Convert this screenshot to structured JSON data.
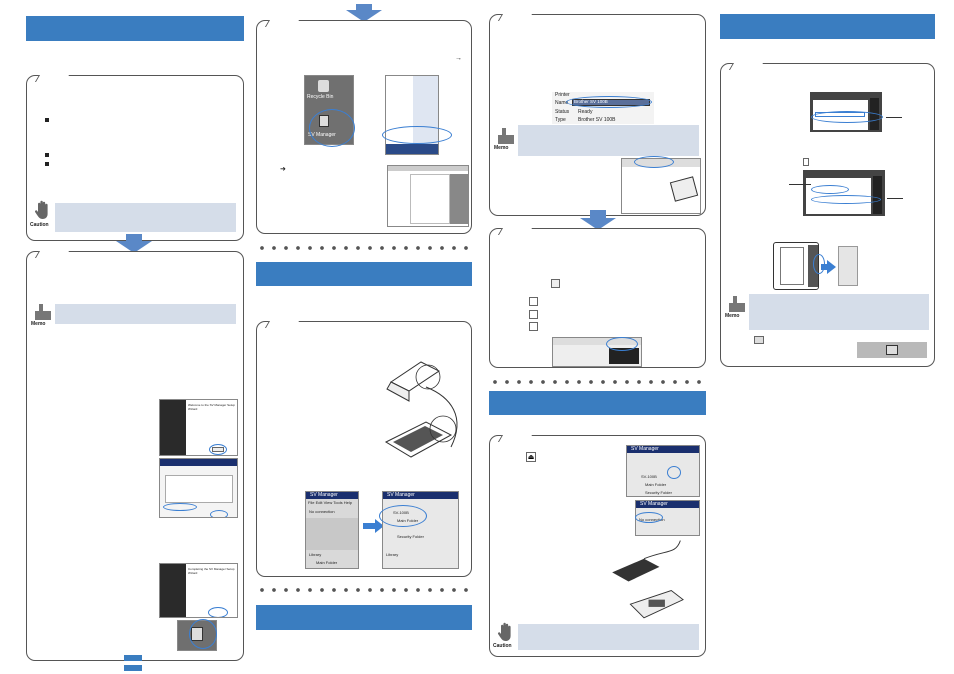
{
  "screens": {
    "trash_label": "Recycle Bin",
    "sv_label": "SV Manager",
    "pinout_label": "Printer",
    "status_label": "Status",
    "status_value": "Ready",
    "type_label": "Type",
    "type_value": "Brother SV 100B",
    "name_label": "Name",
    "name_value": "Brother SV 100B",
    "app_title": "SV Manager",
    "menu_file": "File",
    "menu_edit": "Edit",
    "menu_view": "View",
    "menu_tools": "Tools",
    "menu_help": "Help",
    "no_connection": "No connection",
    "device": "SV-100B",
    "main_folder": "Main Folder",
    "security_folder": "Security Folder",
    "library": "Library",
    "wizard_welcome": "Welcome to the SV Manager Setup Wizard",
    "wizard_complete": "Completing the SV Manager Setup Wizard",
    "memo_label": "Memo",
    "caution_label": "Caution"
  },
  "colors": {
    "header_bar": "#3a7dc0",
    "note_fill": "#d5dde9",
    "arrow": "#5a88c7"
  }
}
